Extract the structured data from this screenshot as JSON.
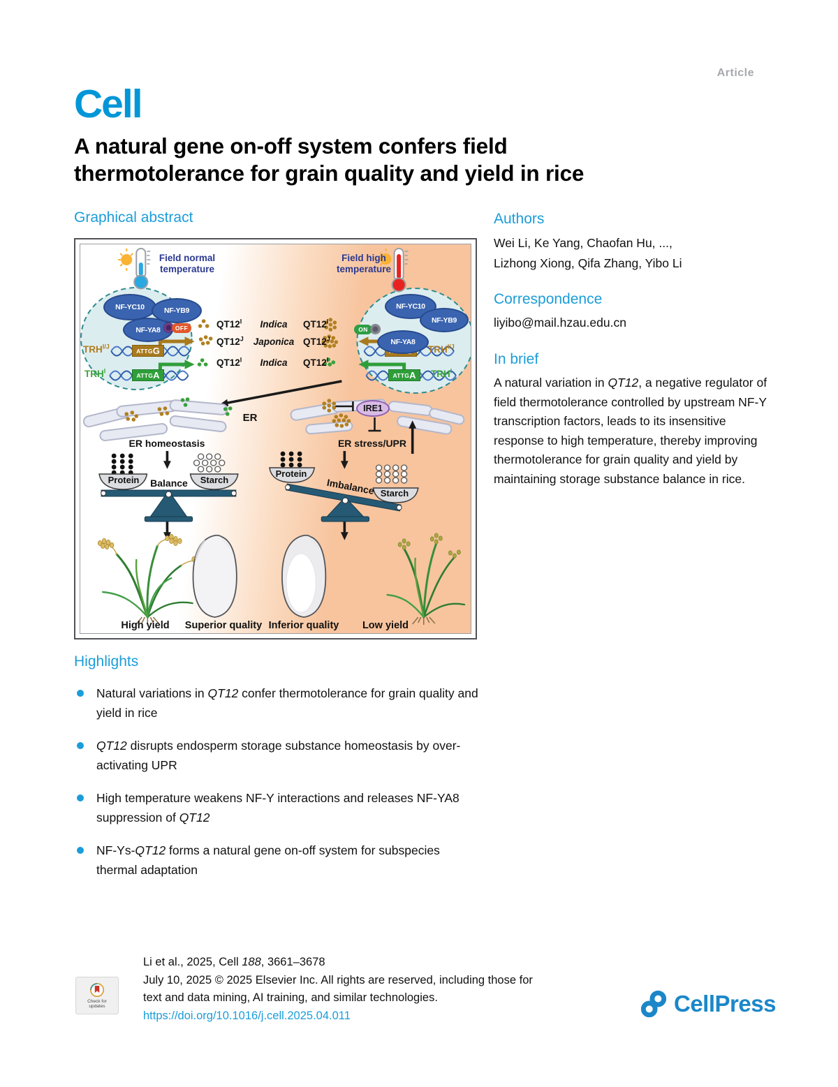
{
  "header": {
    "article_label": "Article",
    "journal": "Cell"
  },
  "title": {
    "line1": "A natural gene on-off system confers field",
    "line2": "thermotolerance for grain quality and yield in rice"
  },
  "sections": {
    "graphical_abstract": "Graphical abstract",
    "highlights": "Highlights",
    "authors": "Authors",
    "correspondence": "Correspondence",
    "in_brief": "In brief"
  },
  "authors": {
    "line1": "Wei Li, Ke Yang, Chaofan Hu, ...,",
    "line2": "Lizhong Xiong, Qifa Zhang, Yibo Li"
  },
  "correspondence": {
    "email": "liyibo@mail.hzau.edu.cn"
  },
  "in_brief": {
    "pre": "A natural variation in ",
    "italic": "QT12",
    "post": ", a negative regulator of field thermotolerance controlled by upstream NF-Y transcription factors, leads to its insensitive response to high temperature, thereby improving thermotolerance for grain quality and yield by maintaining storage substance balance in rice."
  },
  "highlights": {
    "items": [
      {
        "pre": "Natural variations in ",
        "it": "QT12",
        "post": " confer thermotolerance for grain quality and yield in rice"
      },
      {
        "pre": "",
        "it": "QT12",
        "post": " disrupts endosperm storage substance homeostasis by over-activating UPR"
      },
      {
        "pre": "High temperature weakens NF-Y interactions and releases NF-YA8 suppression of ",
        "it": "QT12",
        "post": ""
      },
      {
        "pre": "NF-Ys-",
        "it": "QT12",
        "post": " forms a natural gene on-off system for subspecies thermal adaptation"
      }
    ]
  },
  "ga": {
    "field_normal_line1": "Field normal",
    "field_normal_line2": "temperature",
    "field_high_line1": "Field high",
    "field_high_line2": "temperature",
    "nf_yc10": "NF-YC10",
    "nf_yb9": "NF-YB9",
    "nf_ya8": "NF-YA8",
    "off": "OFF",
    "on": "ON",
    "trh_base": "TRH",
    "trh_sup_ij": "I/J",
    "trh_sup_i": "I",
    "attg": "ATTG",
    "g_allele": "G",
    "a_allele": "A",
    "rows": [
      {
        "gene": "QT12",
        "sup": "I",
        "variety": "Indica"
      },
      {
        "gene": "QT12",
        "sup": "J",
        "variety": "Japonica"
      },
      {
        "gene": "QT12",
        "sup": "I",
        "variety": "Indica"
      }
    ],
    "er": "ER",
    "ire1": "IRE1",
    "er_homeostasis": "ER homeostasis",
    "er_stress": "ER stress/UPR",
    "protein": "Protein",
    "balance": "Balance",
    "starch": "Starch",
    "imbalance": "Imbalance",
    "caption_high_yield": "High yield",
    "caption_superior": "Superior quality",
    "caption_inferior": "Inferior quality",
    "caption_low_yield": "Low yield"
  },
  "footer": {
    "citation_pre": "Li et al., 2025, Cell ",
    "citation_vol": "188",
    "citation_pages": ", 3661–3678",
    "line2": "July 10, 2025 © 2025 Elsevier Inc. All rights are reserved, including those for",
    "line3": "text and data mining, AI training, and similar technologies.",
    "doi": "https://doi.org/10.1016/j.cell.2025.04.011",
    "badge_line1": "Check for",
    "badge_line2": "updates",
    "publisher": "CellPress"
  },
  "colors": {
    "brand_blue": "#0096d7",
    "section_blue": "#1b9dd9",
    "article_gray": "#a7a9ac",
    "navy": "#2b3990",
    "peach": "#f7c49e",
    "brown": "#a8791d",
    "green": "#2f9e3a",
    "ire1_purple": "#d9bce6",
    "beam_teal": "#265a74",
    "off_orange": "#e2572b",
    "on_green": "#2e9e44",
    "cellpress_blue": "#1b87c9"
  }
}
